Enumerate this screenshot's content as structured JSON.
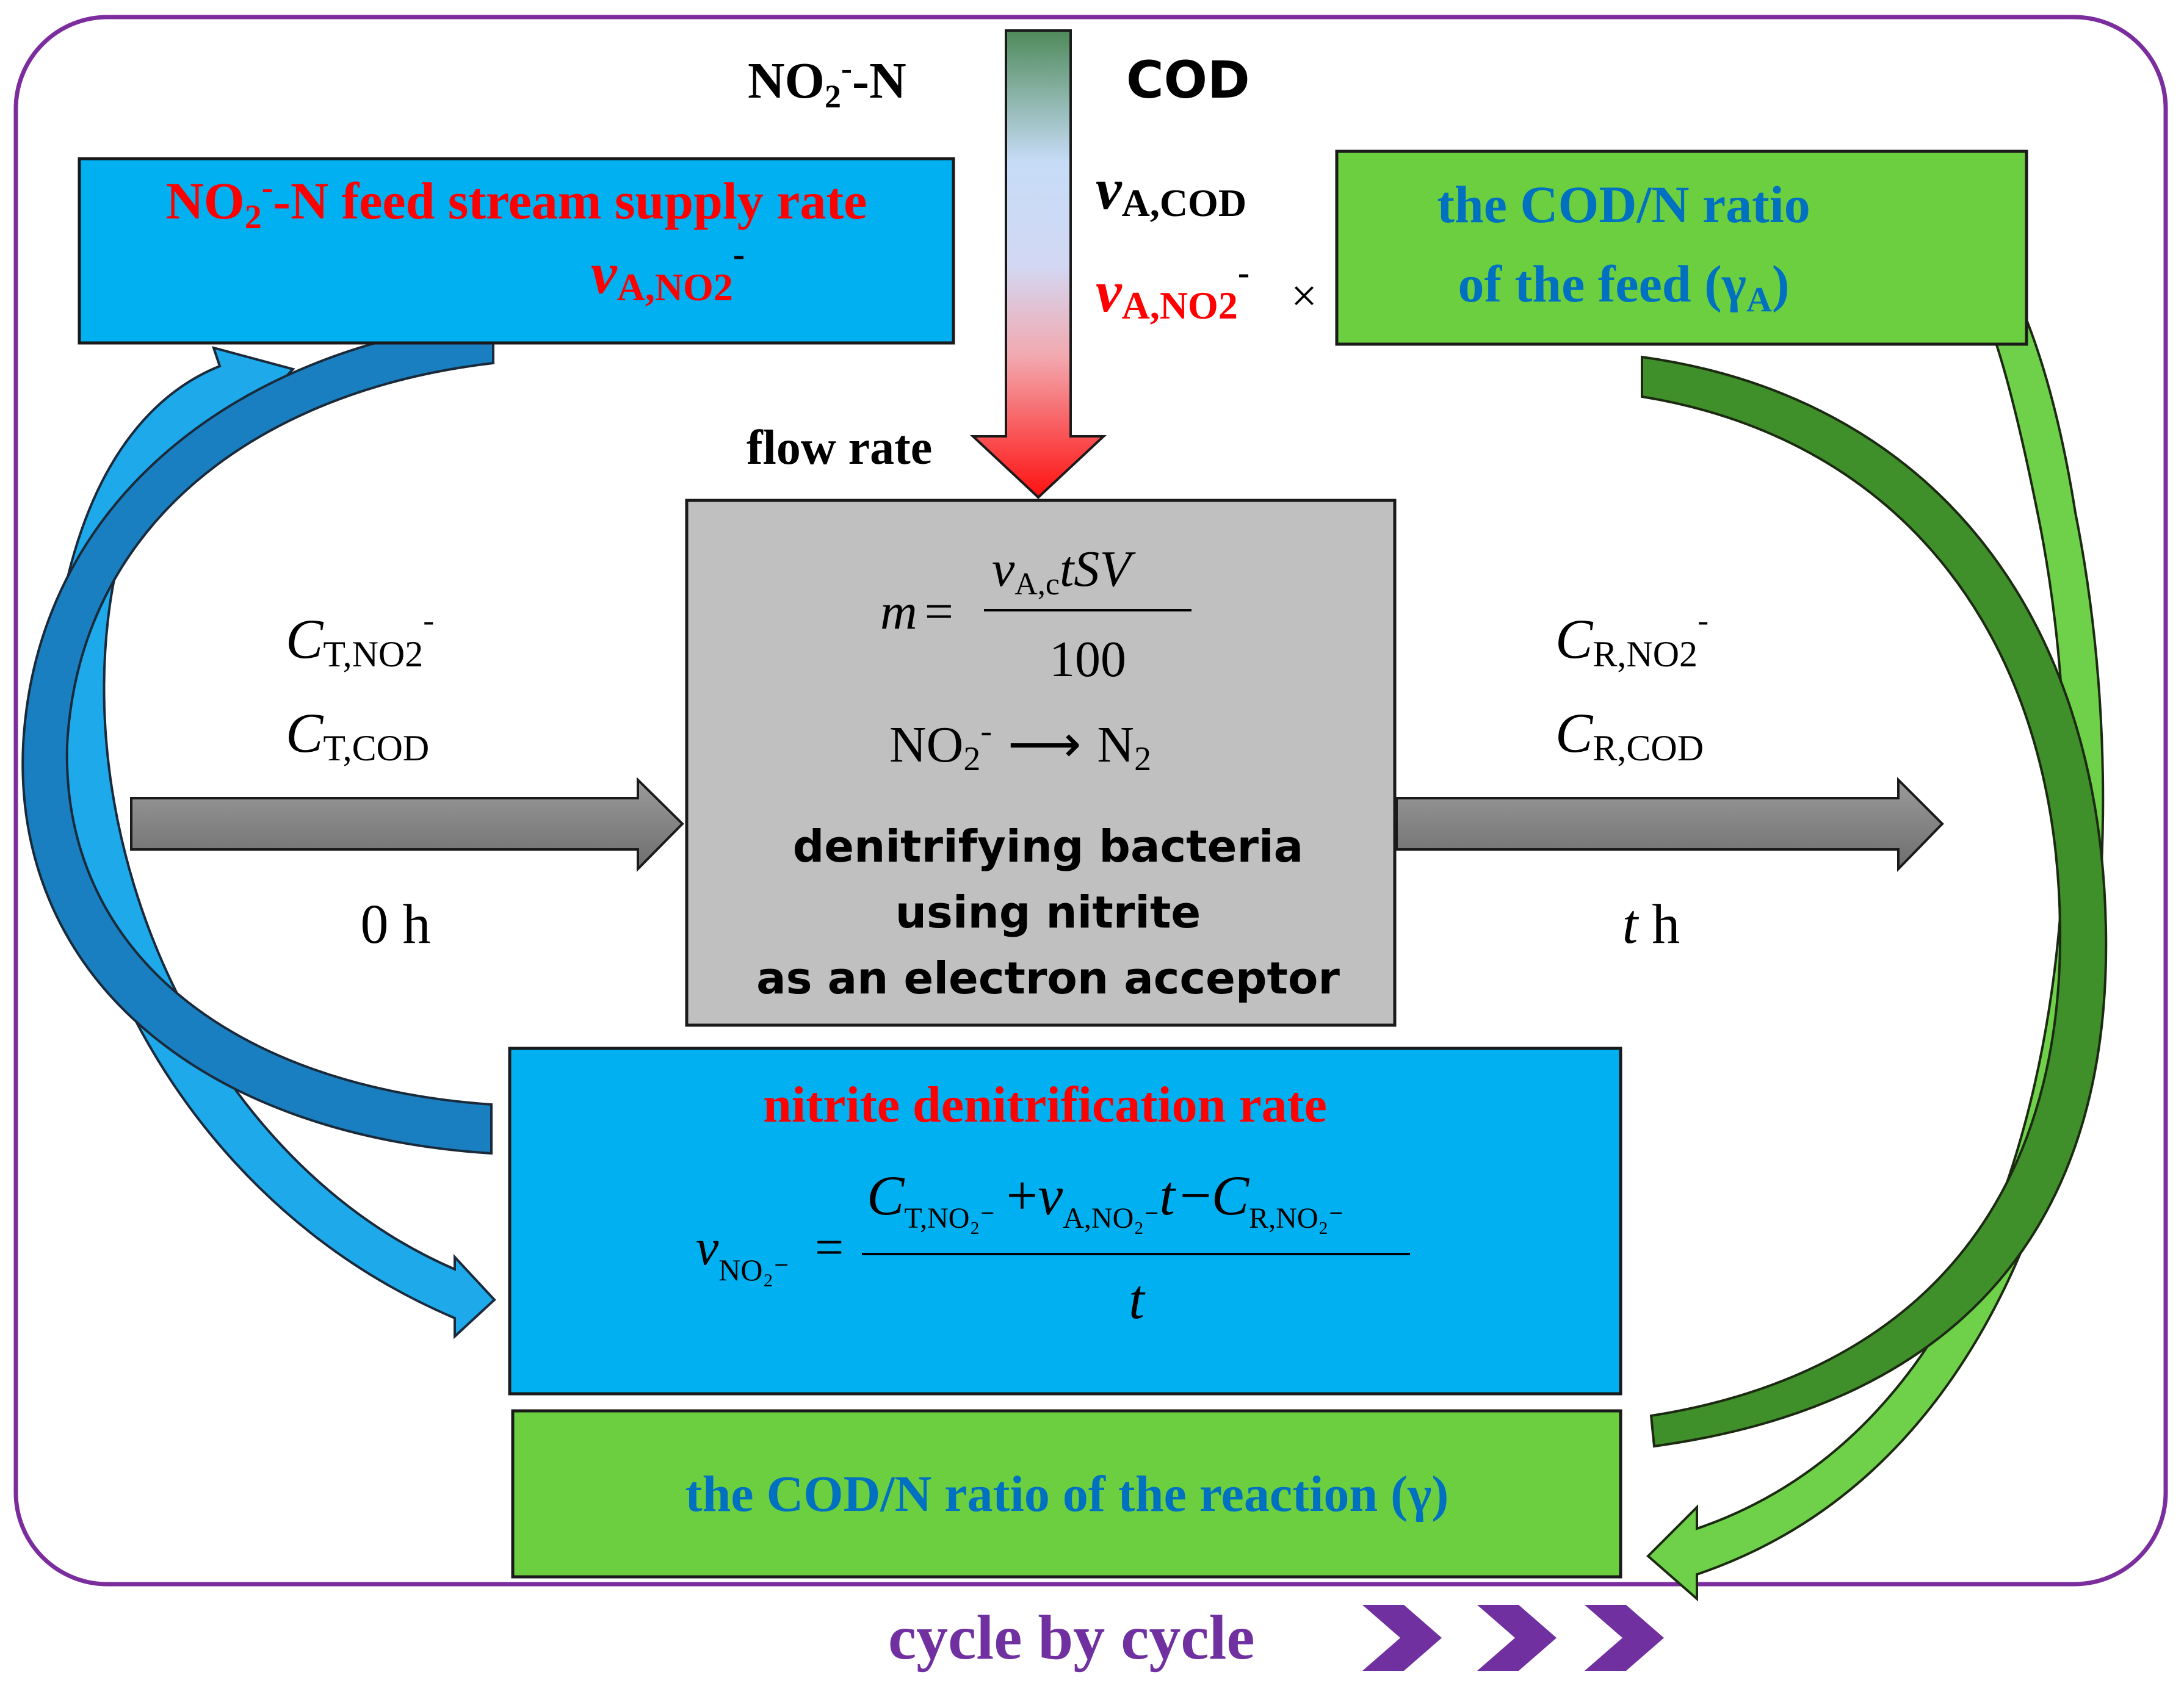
{
  "top": {
    "left_label": "NO₂⁻-N",
    "right_label": "COD",
    "v_cod": "v",
    "v_cod_sub": "A,COD",
    "v_no2": "v",
    "v_no2_sub": "A,NO2",
    "v_no2_sup": "-",
    "times": "×",
    "flow_rate": "flow rate"
  },
  "feed_box": {
    "title": "NO₂⁻-N feed stream supply rate",
    "symbol": "v",
    "symbol_sub": "A,NO2",
    "symbol_sup": "-"
  },
  "ratio_feed_box": {
    "line1": "the COD/N ratio",
    "line2_prefix": "of the feed (γ",
    "line2_sub": "A",
    "line2_suffix": ")"
  },
  "reactor": {
    "eq1_lhs": "m",
    "eq1_eq": "=",
    "eq1_num_v": "v",
    "eq1_num_sub": "A,c",
    "eq1_num_rest": "tSV",
    "eq1_den": "100",
    "eq2_left": "NO",
    "eq2_left_sub": "2",
    "eq2_left_sup": "-",
    "eq2_arrow": "⟶",
    "eq2_right": "N",
    "eq2_right_sub": "2",
    "desc_line1": "denitrifying bacteria",
    "desc_line2": "using nitrite",
    "desc_line3": "as an electron acceptor"
  },
  "inflow": {
    "c1": "C",
    "c1_sub": "T,NO2",
    "c1_sup": "-",
    "c2": "C",
    "c2_sub": "T,COD",
    "time": "0 h"
  },
  "outflow": {
    "c1": "C",
    "c1_sub": "R,NO2",
    "c1_sup": "-",
    "c2": "C",
    "c2_sub": "R,COD",
    "time_var": "t",
    "time_unit": " h"
  },
  "rate_box": {
    "title": "nitrite denitrification rate",
    "lhs": "v",
    "lhs_sub": "NO₂⁻",
    "eq": "=",
    "num_c1": "C",
    "num_c1_sub": "T,NO₂⁻",
    "plus": "+",
    "num_v": "v",
    "num_v_sub": "A,NO₂⁻",
    "num_t": "t",
    "minus": "−",
    "num_c2": "C",
    "num_c2_sub": "R,NO₂⁻",
    "den": "t"
  },
  "ratio_reaction_box": {
    "label": "the COD/N ratio of the reaction (γ)"
  },
  "footer": {
    "label": "cycle by cycle"
  },
  "colors": {
    "frame": "#7b2d9e",
    "blue_box": "#00b0f0",
    "green_box": "#6ccf3f",
    "gray_box": "#c0c0c0",
    "red_text": "#ff0000",
    "blue_text": "#0070c0",
    "purple_text": "#7030a0",
    "dark_arrow": "#808080"
  }
}
